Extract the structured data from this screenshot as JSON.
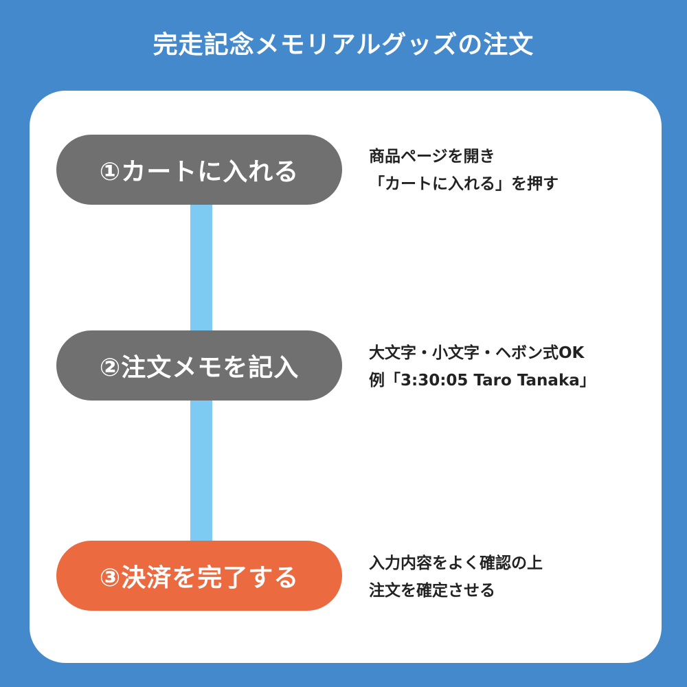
{
  "title": "完走記念メモリアルグッズの注文",
  "colors": {
    "background": "#4389cc",
    "connector": "#7dcbf2",
    "step_gray": "#707070",
    "step_active": "#ec6a40"
  },
  "steps": [
    {
      "label": "①カートに入れる",
      "lines": [
        "商品ページを開き",
        "「カートに入れる」を押す"
      ]
    },
    {
      "label": "②注文メモを記入",
      "lines": [
        "大文字・小文字・ヘボン式OK",
        "例「3:30:05 Taro Tanaka」"
      ]
    },
    {
      "label": "③決済を完了する",
      "lines": [
        "入力内容をよく確認の上",
        "注文を確定させる"
      ]
    }
  ]
}
